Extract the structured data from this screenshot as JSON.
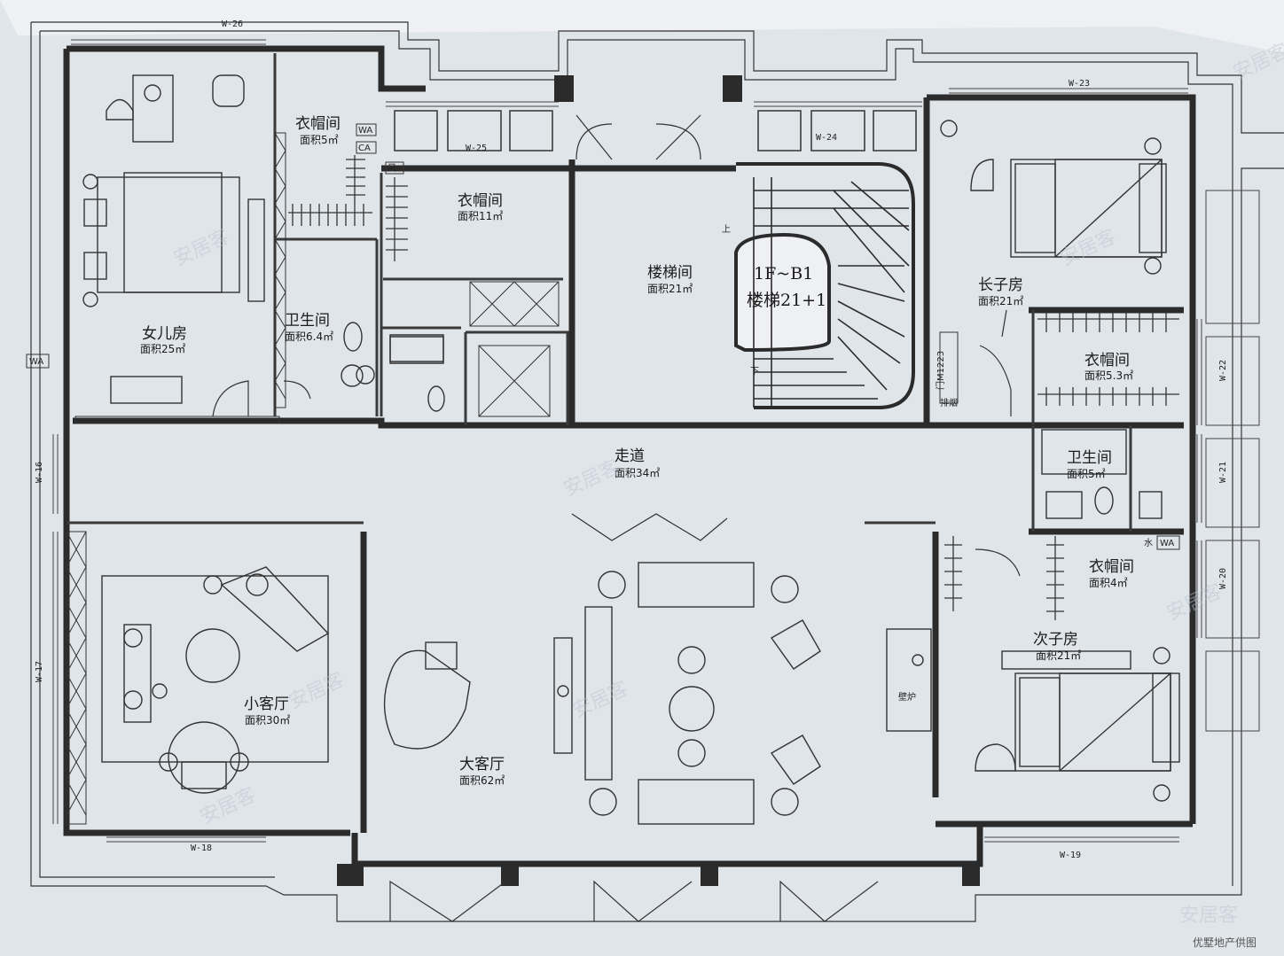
{
  "rooms": {
    "daughter": {
      "name": "女儿房",
      "area": "面积25㎡"
    },
    "closet_a": {
      "name": "衣帽间",
      "area": "面积5㎡"
    },
    "closet_b": {
      "name": "衣帽间",
      "area": "面积11㎡"
    },
    "bath_a": {
      "name": "卫生间",
      "area": "面积6.4㎡"
    },
    "stairwell": {
      "name": "楼梯间",
      "area": "面积21㎡"
    },
    "eldest": {
      "name": "长子房",
      "area": "面积21㎡"
    },
    "closet_c": {
      "name": "衣帽间",
      "area": "面积5.3㎡"
    },
    "corridor": {
      "name": "走道",
      "area": "面积34㎡"
    },
    "bath_b": {
      "name": "卫生间",
      "area": "面积5㎡"
    },
    "closet_d": {
      "name": "衣帽间",
      "area": "面积4㎡"
    },
    "small_living": {
      "name": "小客厅",
      "area": "面积30㎡"
    },
    "big_living": {
      "name": "大客厅",
      "area": "面积62㎡"
    },
    "second": {
      "name": "次子房",
      "area": "面积21㎡"
    }
  },
  "stair": {
    "line1": "1F~B1",
    "line2": "楼梯21+1",
    "up": "上",
    "down": "下"
  },
  "labels": {
    "fireplace": "壁炉",
    "smoke": "排烟",
    "door_code": "门M1223",
    "wind": "风",
    "wa": "WA",
    "ca": "CA",
    "water": "水"
  },
  "windows": [
    "W-26",
    "W-25",
    "W-24",
    "W-23",
    "W-22",
    "W-21",
    "W-20",
    "W-19",
    "W-18",
    "W-17",
    "W-16"
  ],
  "watermark": "安居客",
  "credit": "优墅地产供图",
  "colors": {
    "paper": "#eef0f3",
    "wall": "#2b2b2b",
    "line": "#3a3a3a",
    "shadow": "#c9cdd4"
  }
}
